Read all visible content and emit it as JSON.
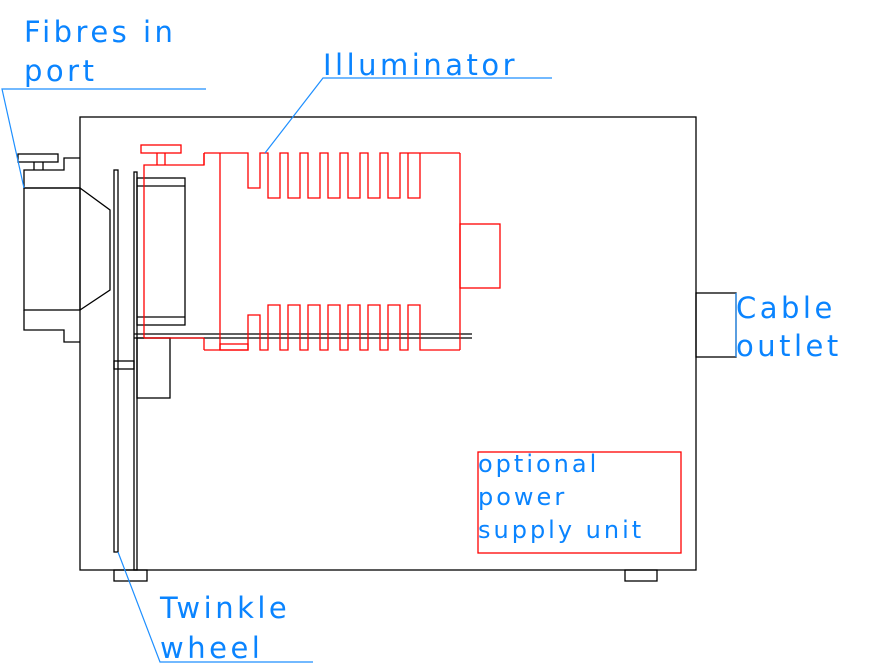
{
  "labels": {
    "fibres_line1": "Fibres in",
    "fibres_line2": "port",
    "illuminator": "Illuminator",
    "cable_line1": "Cable",
    "cable_line2": "outlet",
    "psu_line1": "optional",
    "psu_line2": "power",
    "psu_line3": "supply unit",
    "twinkle_line1": "Twinkle",
    "twinkle_line2": "wheel"
  },
  "colors": {
    "outline": "#000000",
    "illuminator": "#ff0000",
    "annotation": "#0a84ff"
  }
}
